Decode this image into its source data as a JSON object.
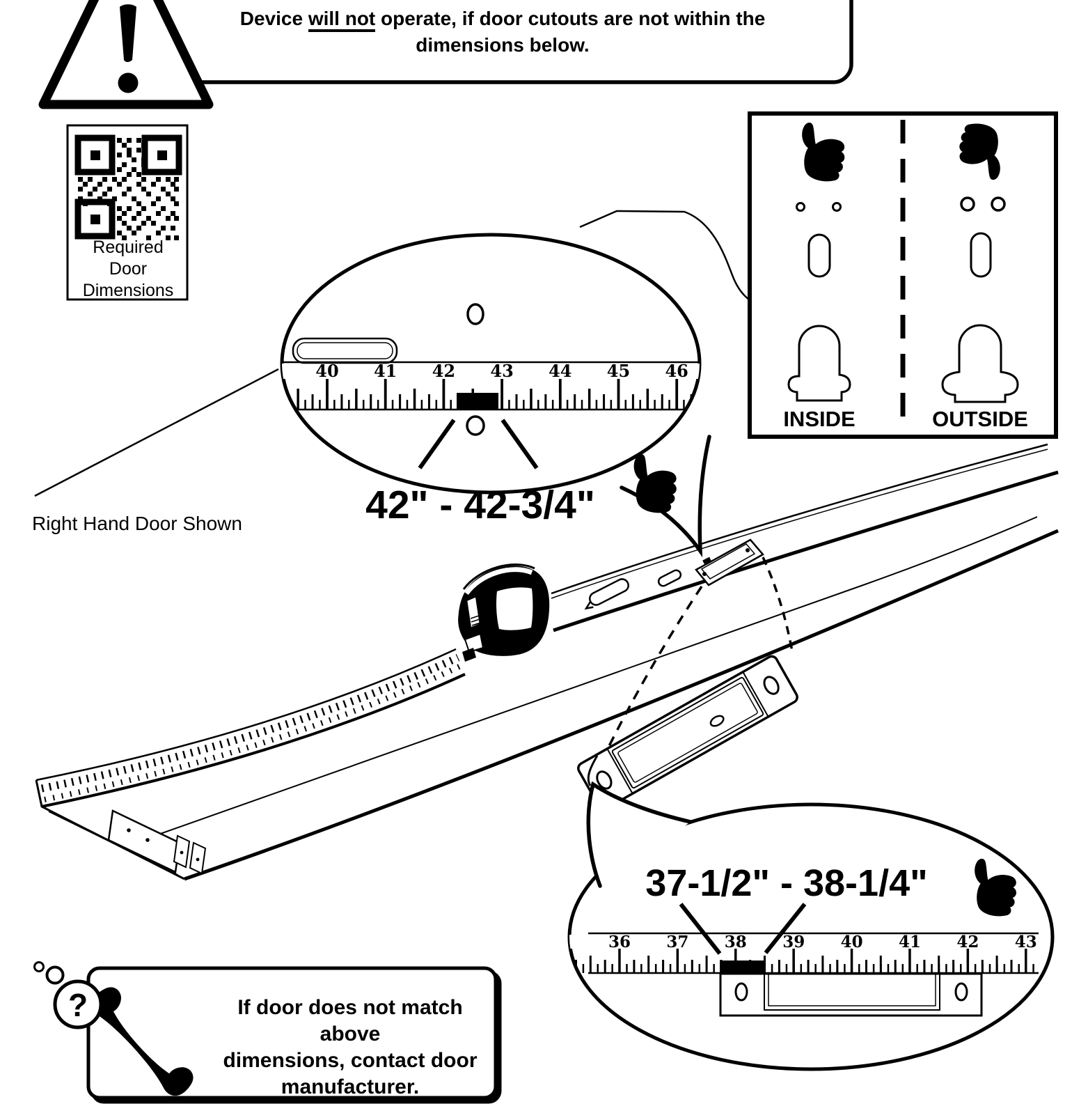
{
  "colors": {
    "ink": "#000000",
    "paper": "#ffffff"
  },
  "warning_banner": {
    "line1_pre": "Device ",
    "line1_underlined": "will not",
    "line1_post": " operate, if door cutouts are not within the",
    "line2": "dimensions below."
  },
  "qr_panel": {
    "label_line1": "Required",
    "label_line2": "Door",
    "label_line3": "Dimensions"
  },
  "door_note": {
    "label": "Right Hand Door Shown"
  },
  "width_callout": {
    "dimension_text": "42\" - 42-3/4\"",
    "ruler_numbers": [
      "40",
      "41",
      "42",
      "43",
      "44",
      "45",
      "46"
    ]
  },
  "orientation_panel": {
    "left_label": "INSIDE",
    "right_label": "OUTSIDE"
  },
  "latch_callout": {
    "dimension_text": "37-1/2\" - 38-1/4\"",
    "ruler_numbers": [
      "36",
      "37",
      "38",
      "39",
      "40",
      "41",
      "42",
      "43"
    ]
  },
  "help_box": {
    "question_mark": "?",
    "line1": "If door does not match above",
    "line2": "dimensions, contact door",
    "line3": "manufacturer."
  }
}
